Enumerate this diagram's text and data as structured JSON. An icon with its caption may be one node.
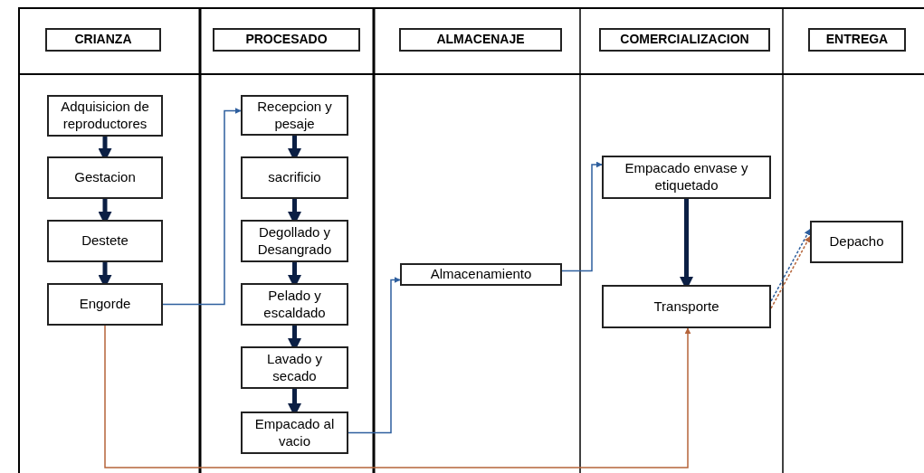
{
  "diagram": {
    "nodes": [
      {
        "text": [
          "CRIANZA"
        ]
      },
      {
        "text": [
          "PROCESADO"
        ]
      },
      {
        "text": [
          "ALMACENAJE"
        ]
      },
      {
        "text": [
          "COMERCIALIZACION"
        ]
      },
      {
        "text": [
          "ENTREGA"
        ]
      },
      {
        "text": [
          "Adquisicion de reproductores"
        ]
      },
      {
        "text": [
          "Gestacion"
        ]
      },
      {
        "text": [
          "Destete"
        ]
      },
      {
        "text": [
          "Engorde"
        ]
      },
      {
        "text": [
          "Recepcion y pesaje"
        ]
      },
      {
        "text": [
          "sacrificio"
        ]
      },
      {
        "text": [
          "Degollado y Desangrado"
        ]
      },
      {
        "text": [
          "Pelado y escaldado"
        ]
      },
      {
        "text": [
          "Lavado y secado"
        ]
      },
      {
        "text": [
          "Empacado al vacio"
        ]
      },
      {
        "text": [
          "Almacenamiento"
        ]
      },
      {
        "text": [
          "Empacado envase y etiquetado"
        ]
      },
      {
        "text": [
          "Transporte"
        ]
      },
      {
        "text": [
          "Depacho"
        ]
      }
    ],
    "edges": [
      {
        "from": 5,
        "to": 6,
        "arrow": "to"
      },
      {
        "from": 6,
        "to": 7,
        "arrow": "to"
      },
      {
        "from": 7,
        "to": 8,
        "arrow": "to"
      },
      {
        "from": 8,
        "to": 9,
        "arrow": "to",
        "color": "#2e5f9e"
      },
      {
        "from": 9,
        "to": 10,
        "arrow": "to"
      },
      {
        "from": 10,
        "to": 11,
        "arrow": "to"
      },
      {
        "from": 11,
        "to": 12,
        "arrow": "to"
      },
      {
        "from": 12,
        "to": 13,
        "arrow": "to"
      },
      {
        "from": 13,
        "to": 14,
        "arrow": "to"
      },
      {
        "from": 14,
        "to": 15,
        "arrow": "to",
        "color": "#2e5f9e"
      },
      {
        "from": 15,
        "to": 16,
        "arrow": "to",
        "color": "#2e5f9e"
      },
      {
        "from": 16,
        "to": 17,
        "arrow": "to"
      },
      {
        "from": 8,
        "to": 17,
        "arrow": "to",
        "color": "#b5643a"
      },
      {
        "from": 17,
        "to": 18,
        "arrow": "to",
        "style": "dashed",
        "color": "#2e5f9e"
      },
      {
        "from": 17,
        "to": 18,
        "arrow": "to",
        "style": "dashed",
        "color": "#b5643a"
      }
    ]
  }
}
